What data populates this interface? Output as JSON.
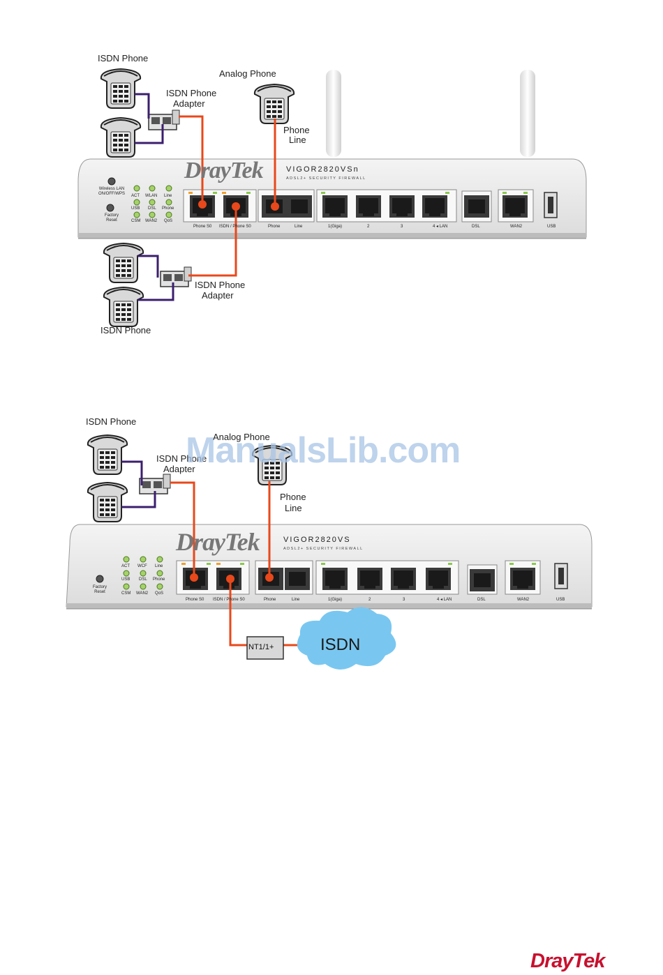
{
  "diagram1": {
    "isdn_phone_top": "ISDN Phone",
    "isdn_adapter_top": [
      "ISDN Phone",
      "Adapter"
    ],
    "analog_phone": "Analog Phone",
    "phone_line": [
      "Phone",
      "Line"
    ],
    "brand": "DrayTek",
    "model": "VIGOR2820VSn",
    "subtitle": "ADSL2+ SECURITY FIREWALL",
    "side_buttons": [
      "Wireless LAN ON/OFF/WPS",
      "Factory Reset"
    ],
    "leds": [
      "ACT",
      "WLAN",
      "Line",
      "USB",
      "DSL",
      "Phone",
      "CSM",
      "WAN2",
      "QoS"
    ],
    "port_labels": [
      "Phone S0",
      "ISDN / Phone S0",
      "Phone",
      "Line",
      "1(Giga)",
      "2",
      "3",
      "4 ◂ LAN",
      "DSL",
      "WAN2",
      "USB"
    ],
    "isdn_adapter_bottom": [
      "ISDN Phone",
      "Adapter"
    ],
    "isdn_phone_bottom": "ISDN Phone"
  },
  "diagram2": {
    "isdn_phone": "ISDN Phone",
    "analog_phone": "Analog Phone",
    "isdn_adapter": [
      "ISDN Phone",
      "Adapter"
    ],
    "phone_line": [
      "Phone",
      "Line"
    ],
    "brand": "DrayTek",
    "model": "VIGOR2820VS",
    "subtitle": "ADSL2+ SECURITY FIREWALL",
    "side_buttons": [
      "Factory Reset"
    ],
    "leds": [
      "ACT",
      "WCF",
      "Line",
      "USB",
      "DSL",
      "Phone",
      "CSM",
      "WAN2",
      "QoS"
    ],
    "port_labels": [
      "Phone S0",
      "ISDN / Phone S0",
      "Phone",
      "Line",
      "1(Giga)",
      "2",
      "3",
      "4 ◂ LAN",
      "DSL",
      "WAN2",
      "USB"
    ],
    "nt_box": "NT1/1+",
    "cloud": "ISDN"
  },
  "watermark": "ManualsLib.com",
  "footer_logo": "DrayTek",
  "colors": {
    "cable_orange": "#e8481b",
    "cable_purple": "#3b1f6e",
    "cloud_blue": "#79c7f0",
    "brand_red": "#c8102e"
  }
}
